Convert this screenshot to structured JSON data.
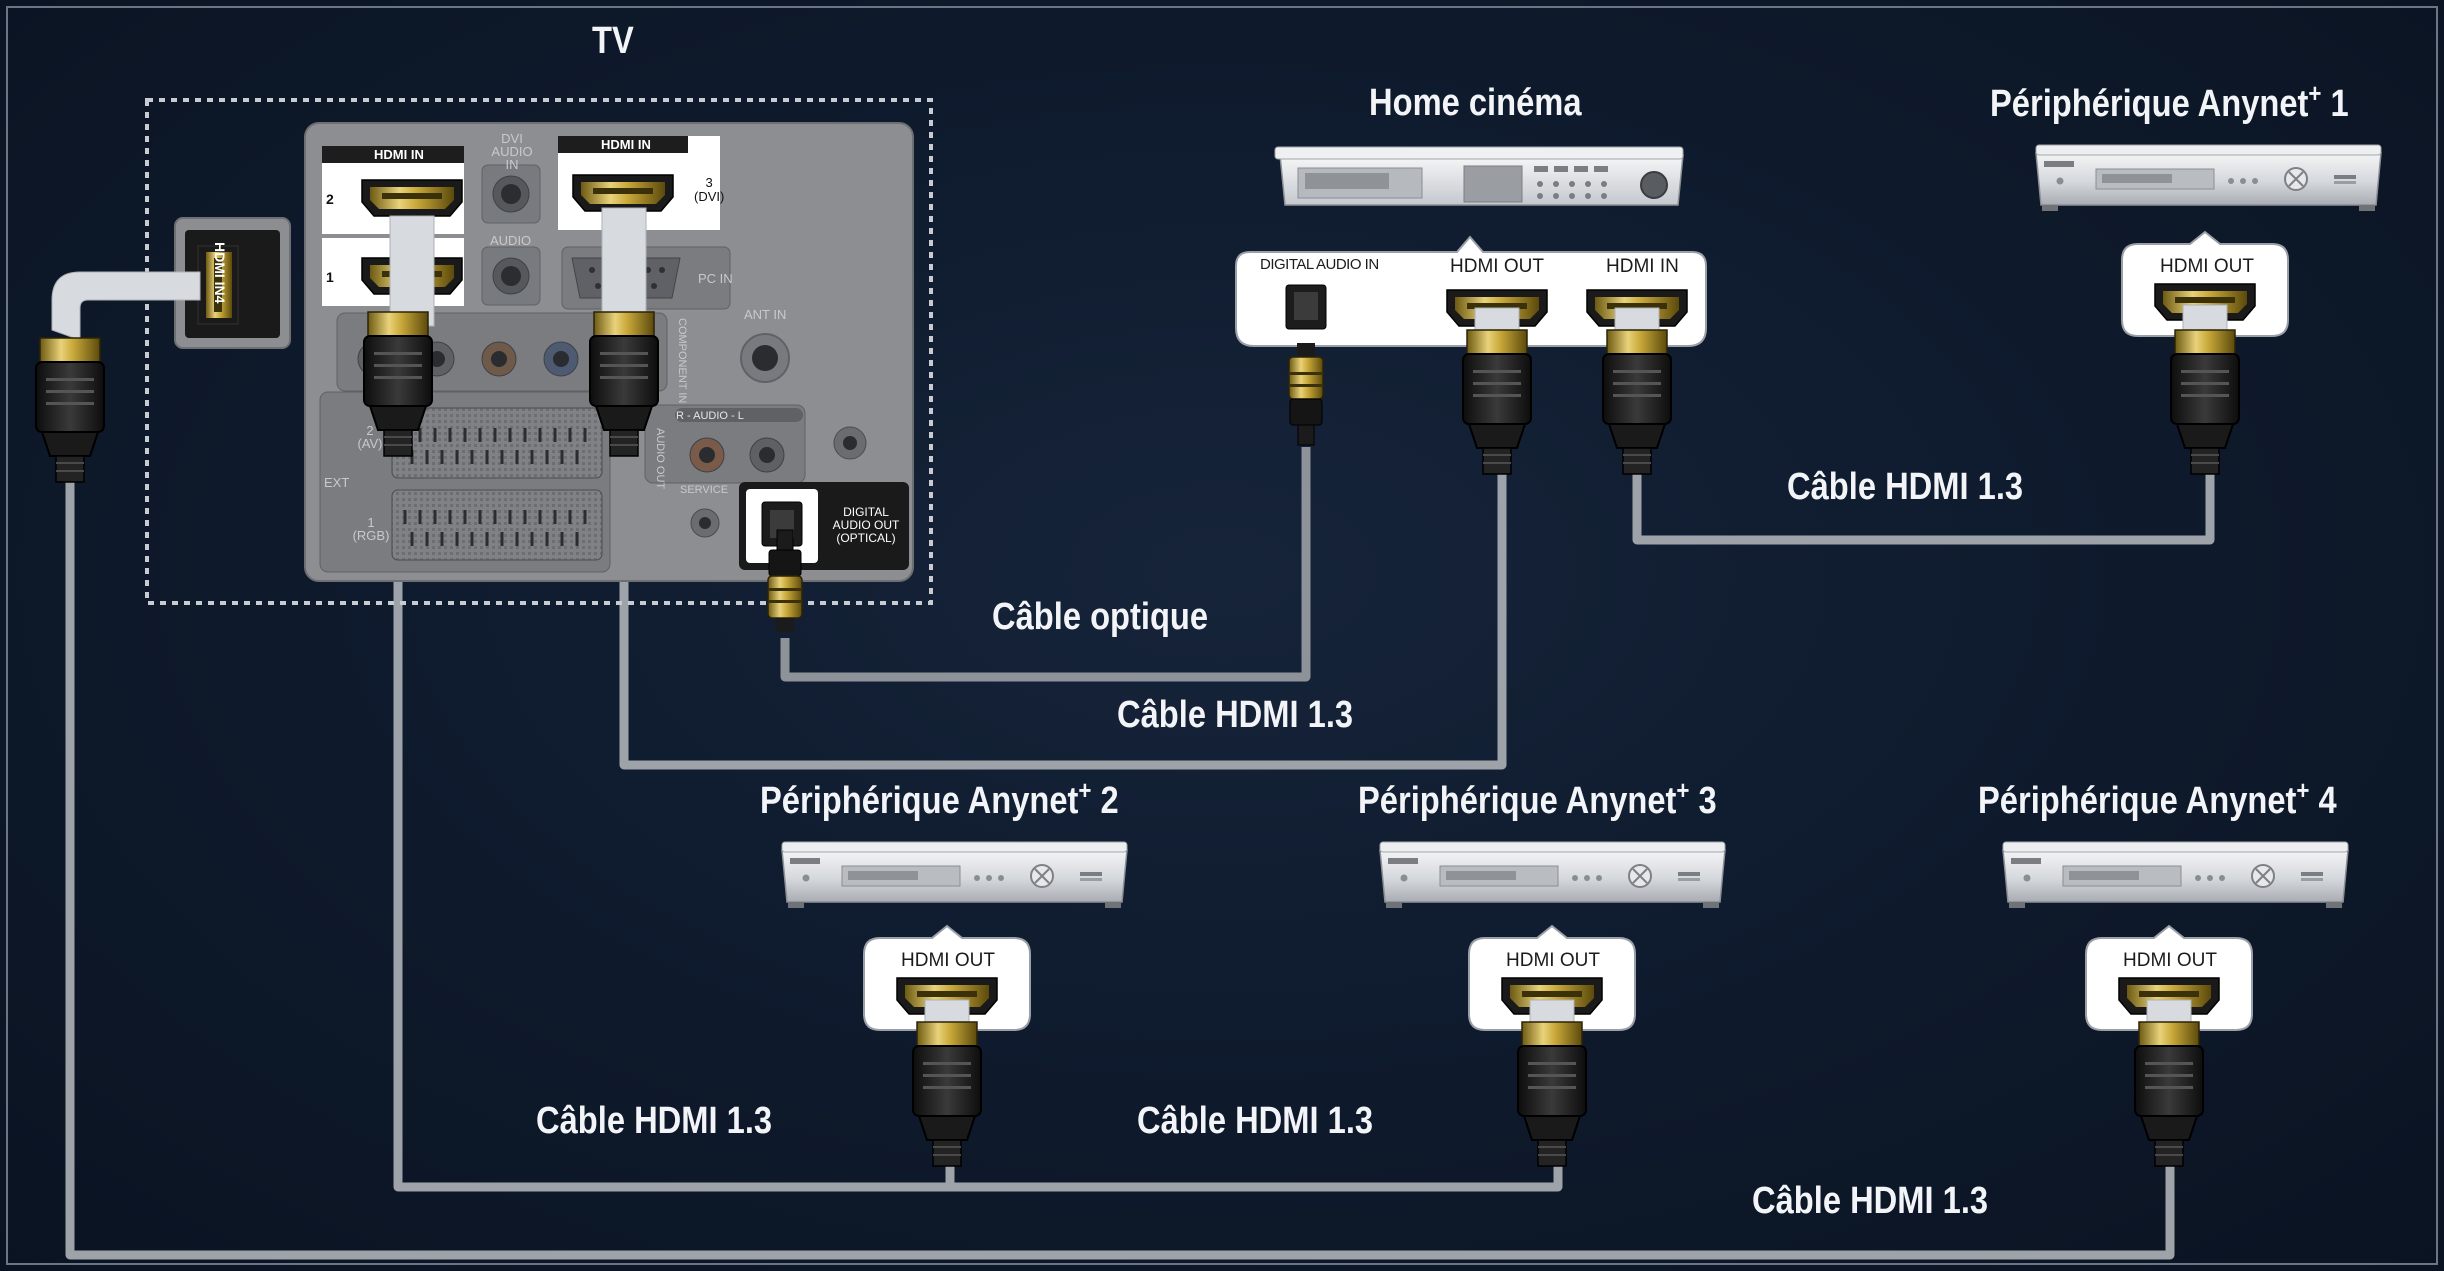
{
  "labels": {
    "tv": "TV",
    "home_cinema": "Home cinéma",
    "device_prefix": "Périphérique Anynet",
    "plus": "+",
    "device1_num": "1",
    "device2_num": "2",
    "device3_num": "3",
    "device4_num": "4",
    "cable_optical": "Câble optique",
    "cable_hdmi": "Câble HDMI 1.3"
  },
  "ports": {
    "hdmi_out": "HDMI OUT",
    "hdmi_in": "HDMI IN",
    "digital_audio_in": "DIGITAL AUDIO IN"
  },
  "tv_panel": {
    "hdmi_in": "HDMI IN",
    "hdmi_in4": "HDMI IN4",
    "port_2": "2",
    "port_1": "1",
    "port_3": "3",
    "port_3_sub": "(DVI)",
    "dvi_audio_in": "DVI AUDIO IN",
    "audio": "AUDIO",
    "pc_in": "PC IN",
    "ant_in": "ANT IN",
    "component_in": "COMPONENT IN",
    "ext": "EXT",
    "ext2": "2 (AV)",
    "ext1": "1 (RGB)",
    "audio_out": "AUDIO OUT",
    "audio_rl": "R - AUDIO - L",
    "service": "SERVICE",
    "digital_audio_out": "DIGITAL AUDIO OUT (OPTICAL)"
  }
}
